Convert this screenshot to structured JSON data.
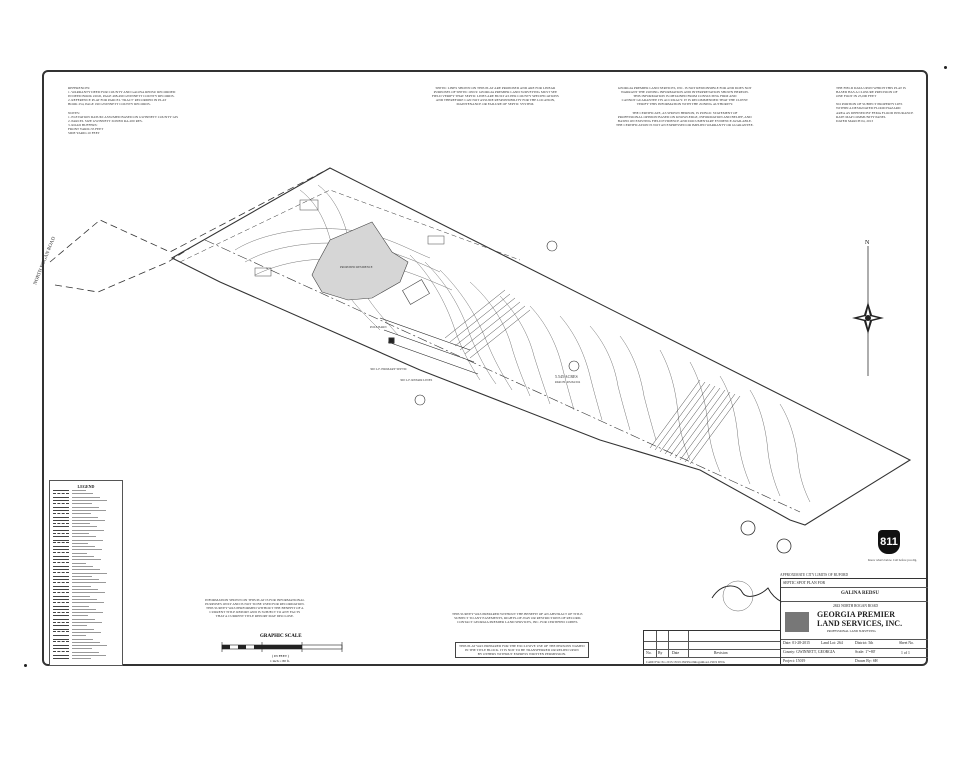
{
  "notes": {
    "top_left": [
      "REFERENCES:",
      "1. WARRANTY DEED FOR COUNTY AND GALINA REDSU RECORDED",
      "IN DEED BOOK 22045, PAGE 498-499 GWINNETT COUNTY RECORDS.",
      "2. REFERENCE PLAT FOR PARCEL 'TRACT' RECORDED IN PLAT",
      "BOOK 254, PAGE 190 GWINNETT COUNTY RECORDS.",
      "",
      "NOTES:",
      "1. ELEVATION DATUM: ASSUMED BASED ON GWINNETT COUNTY GIS",
      "2. PARCEL SIZE GWINNETT ZONED RA-200 RES.",
      "3. ROAD BUFFERS:",
      "FRONT YARD=35 FEET",
      "SIDE YARD=10 FEET"
    ],
    "top_center": [
      "SEPTIC LINES SHOWN ON THIS PLAT ARE PROPOSED AND ARE FOR LINEAR",
      "PURPOSES OF SEPTIC ONLY. GEORGIA PREMIER LAND SURVEYING MUST SEE",
      "FIELD VERIFY THAT SEPTIC LINES ARE BUILT AS PER COUNTY SPECIFICATIONS",
      "AND THEREFORE CAN NOT ASSUME RESPONSIBILITY FOR THE LOCATION,",
      "MAINTENANCE OR FAILURE OF SEPTIC SYSTEM."
    ],
    "top_right": [
      "GEORGIA PREMIER LAND SERVICES, INC. IS NOT RESPONSIBLE FOR AND DOES NOT",
      "WARRANT THE ZONING INFORMATION AND INTERPRETATION SHOWN HEREON.",
      "THIS INFORMATION IS OBTAINED FROM CONSULTING FIRM AND",
      "CANNOT GUARANTEE ITS ACCURACY. IT IS RECOMMENDED THAT THE CLIENT",
      "VERIFY THIS INFORMATION WITH THE ZONING AUTHORITY.",
      "",
      "THE CERTIFICATE, AS SHOWN HEREON, IS PUBLIC STATEMENT OF",
      "PROFESSIONAL OPINION BASED ON KNOWLEDGE, INFORMATION AND BELIEF, AND",
      "BASED ON EXISTING FIELD EVIDENCE AND DOCUMENTARY EVIDENCE AVAILABLE.",
      "THE CERTIFICATION IS NOT AN EXPRESSED OR IMPLIED WARRANTY OR GUARANTEE."
    ],
    "far_right": [
      "THE FIELD DATA UPON WHICH THIS PLAT IS",
      "BASED HAS A CLOSURE PRECISION OF",
      "ONE FOOT IN 25,000 FEET",
      "",
      "NO PORTION OF SUBJECT PROPERTY LIES",
      "WITHIN A DESIGNATED FLOOD HAZARD",
      "AREA AS DEFINED BY FEMA FLOOD INSURANCE",
      "RATE MAP COMMUNITY PANEL",
      "DATED MARCH 04, 2013"
    ],
    "bottom_center_left": [
      "INFORMATION SHOWN ON THIS PLAT IS FOR INFORMATIONAL",
      "PURPOSES ONLY AND IS NOT TO BE USED FOR RECORDATION.",
      "THIS SURVEY WAS PERFORMED WITHOUT THE BENEFIT OF A",
      "CURRENT TITLE REPORT AND IS SUBJECT TO ANY FACTS",
      "THAT A CURRENT TITLE REPORT MAY DISCLOSE."
    ],
    "bottom_center_right": [
      "THIS SURVEY WAS PREPARED WITHOUT THE BENEFIT OF AN ABSTRACT OF TITLE.",
      "SUBJECT TO ANY EASEMENTS, RIGHTS-OF-WAY OR RESTRICTIONS OF RECORD.",
      "CONTACT GEORGIA PREMIER LAND SERVICES, INC. FOR CERTIFIED COPIES."
    ],
    "boxed_note": [
      "THIS PLAT WAS PREPARED FOR THE EXCLUSIVE USE OF THE PERSONS NAMED",
      "IN THE TITLE BLOCK. IT IS NOT TO BE TRANSFERRED OR RELIED UPON",
      "BY OTHERS WITHOUT EXPRESS WRITTEN PERMISSION."
    ]
  },
  "road_label": "NORTH ROGAN ROAD",
  "scale": {
    "title": "GRAPHIC SCALE",
    "unit_line": "( IN FEET )",
    "ratio_line": "1 inch = 80 ft."
  },
  "legend": {
    "title": "LEGEND"
  },
  "call_811": {
    "logo": "811",
    "caption": "Know what's below. Call before you dig."
  },
  "title_block": {
    "top_label": "SEPTIC SPOT PLAN FOR",
    "client": "GALINA REDSU",
    "address": "2843 NORTH ROGAN ROAD",
    "company_line1": "GEORGIA PREMIER",
    "company_line2": "LAND SERVICES, INC.",
    "company_sub": "PROFESSIONAL LAND SURVEYING",
    "date_label": "Date:",
    "date_value": "01-28-2015",
    "landlot_label": "Land Lot:",
    "landlot_value": "264",
    "district_label": "District:",
    "district_value": "5th",
    "sheet_label": "Sheet No.",
    "sheet_value": "1 of 1",
    "county_label": "County:",
    "county_value": "GWINNETT, GEORGIA",
    "scale_label": "Scale:",
    "scale_value": "1\"=80'",
    "project_label": "Project:",
    "project_value": "15019",
    "drawn_label": "Drawn By:",
    "drawn_value": "SH"
  },
  "revisions": {
    "headers": [
      "No.",
      "By",
      "Date",
      "Revision"
    ],
    "file_line": "CADD File: Pro 2015/15019 2843NorthRoganRoad-15019 DWG"
  },
  "site_labels": {
    "lot_label": "5.545 ACRES",
    "lot_sub": "PARCEL R5264 004",
    "house": "PROPOSED RESIDENCE",
    "primary": "300 L.F. PRIMARY SEPTIC",
    "reserve": "300 L.F. REPAIR LINES",
    "pole_barn": "POLE BARN",
    "limits_note": "APPROXIMATE CITY LIMITS OF BUFORD"
  },
  "north_label": "N"
}
